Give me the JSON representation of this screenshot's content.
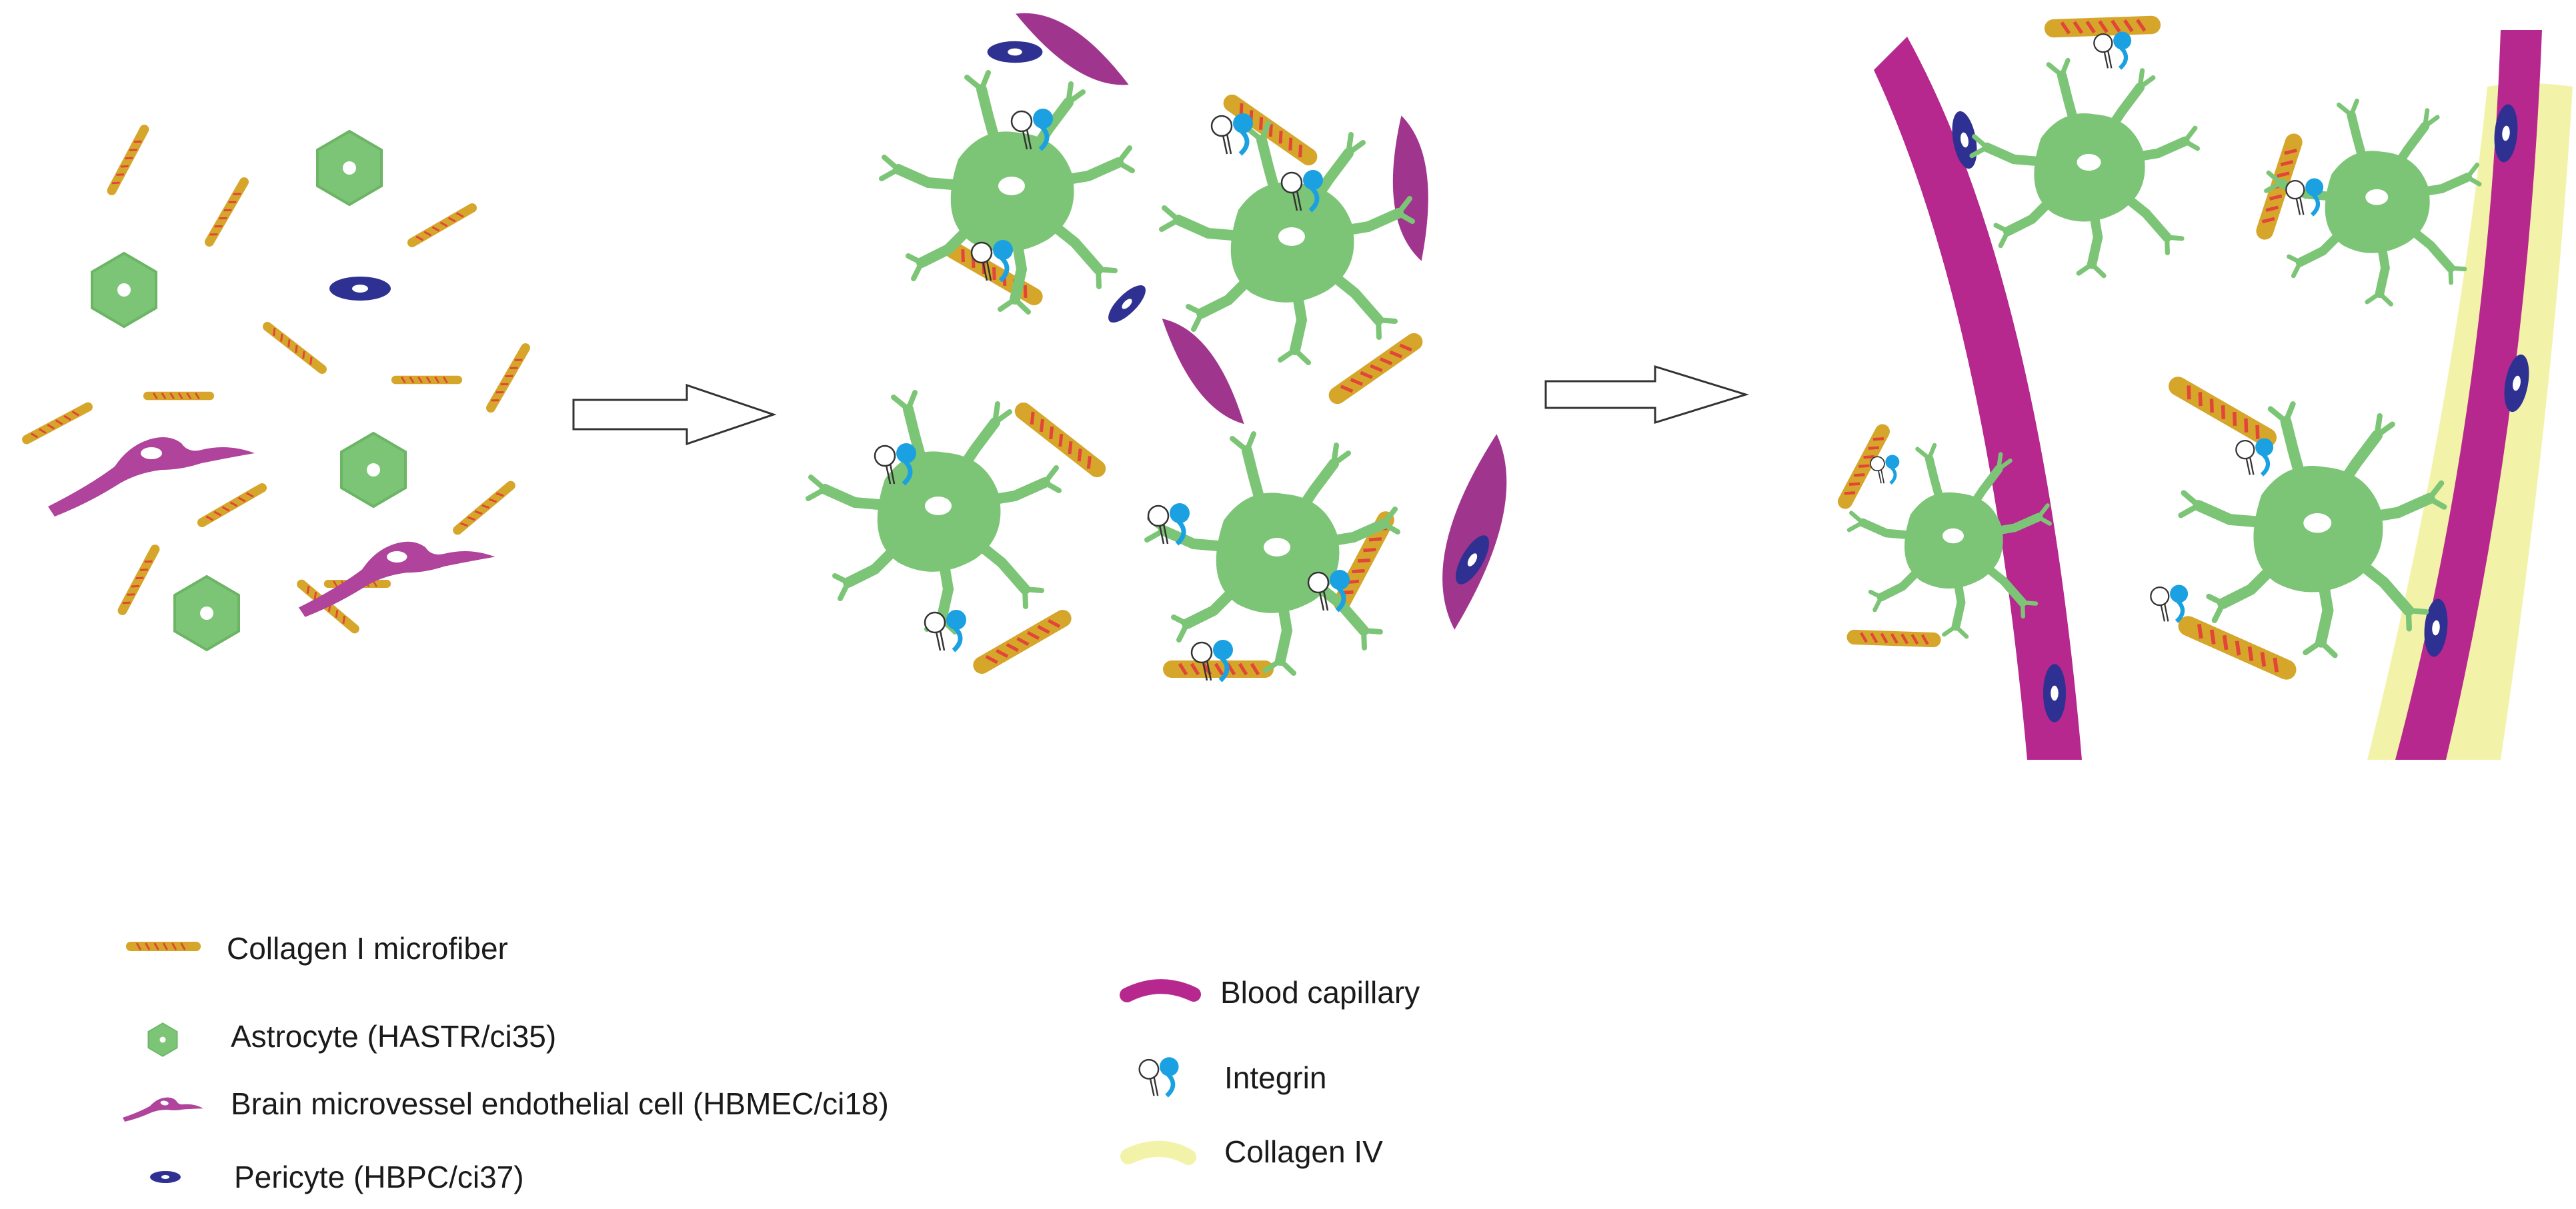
{
  "colors": {
    "astrocyte": "#7cc576",
    "astrocyte_stroke": "#6bb565",
    "collagen_i": "#d6a62a",
    "collagen_i_stripe": "#e2453a",
    "endothelial": "#b0439b",
    "capillary": "#b7288f",
    "pericyte": "#2e3191",
    "integrin_blue": "#1ba1e2",
    "collagen_iv": "#f2f3a9",
    "arrow_stroke": "#333333"
  },
  "icons": {
    "collagen_i": "striped-rod-icon",
    "astrocyte": "hexagon-cell-icon",
    "endothelial": "elongated-cell-icon",
    "pericyte": "oval-nucleus-icon",
    "capillary": "curved-band-icon",
    "integrin": "integrin-icon",
    "collagen_iv": "pale-band-icon"
  },
  "legend": {
    "collagen_i": "Collagen I microfiber",
    "astrocyte": "Astrocyte (HASTR/ci35)",
    "endothelial": "Brain microvessel endothelial cell (HBMEC/ci18)",
    "pericyte": "Pericyte (HBPC/ci37)",
    "capillary": "Blood capillary",
    "integrin": "Integrin",
    "collagen_iv": "Collagen IV"
  }
}
